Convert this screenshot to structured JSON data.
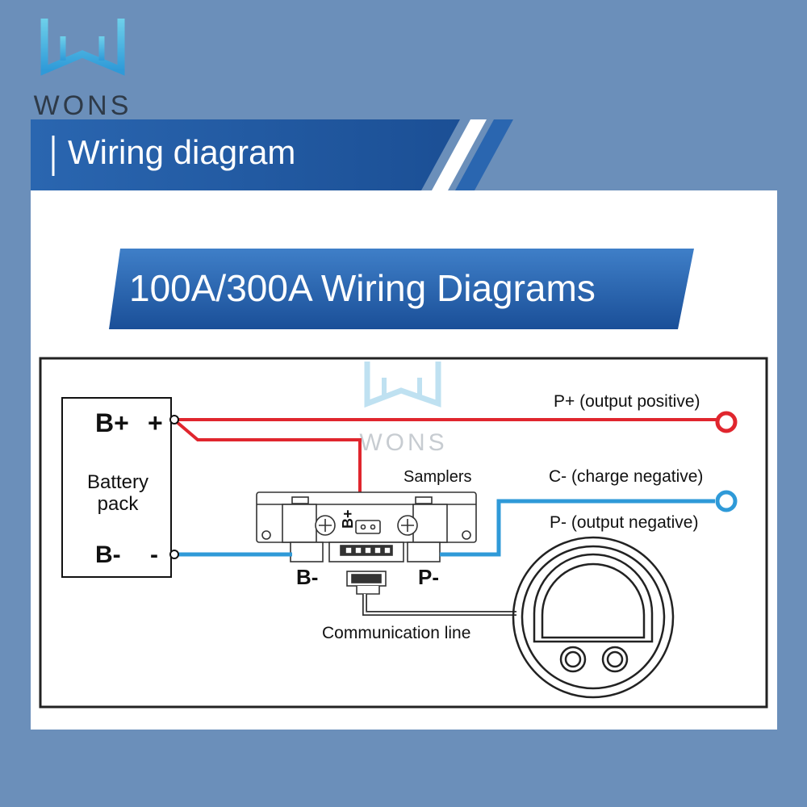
{
  "logo": {
    "text": "WONS"
  },
  "header": {
    "title": "Wiring diagram"
  },
  "subheader": {
    "title": "100A/300A Wiring Diagrams"
  },
  "watermark": {
    "text": "WONS"
  },
  "battery": {
    "label_bplus": "B+",
    "sign_plus": "+",
    "label_name": "Battery\npack",
    "label_bminus": "B-",
    "sign_minus": "-"
  },
  "sampler": {
    "title": "Samplers",
    "terminal_bplus": "B+",
    "terminal_bminus": "B-",
    "terminal_pminus": "P-"
  },
  "outputs": {
    "p_plus": "P+ (output positive)",
    "c_minus": "C- (charge negative)",
    "p_minus": "P- (output negative)"
  },
  "communication": {
    "label": "Communication line"
  },
  "colors": {
    "background": "#6b8fba",
    "banner_blue": "#1f5da8",
    "positive_wire": "#e0262e",
    "negative_wire": "#2f9ad8",
    "panel": "#ffffff"
  }
}
